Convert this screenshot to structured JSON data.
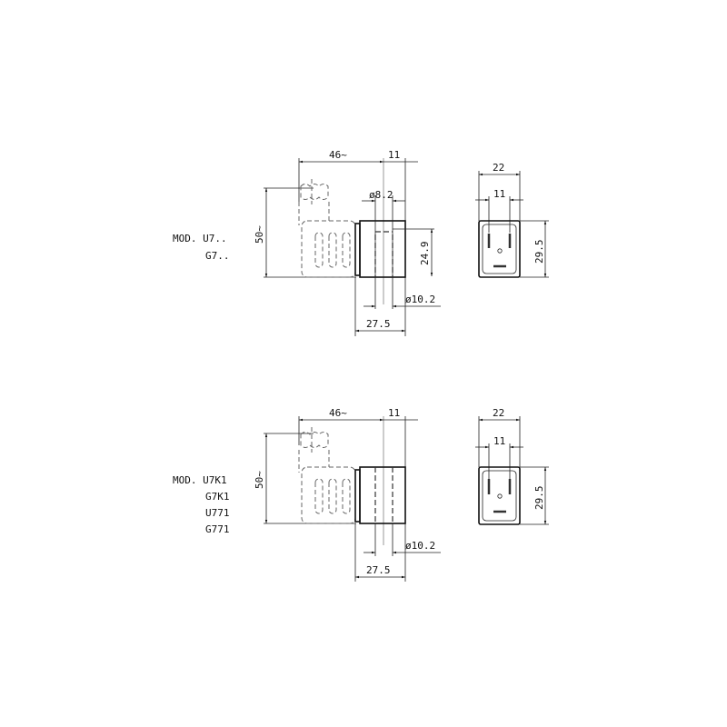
{
  "top": {
    "models": [
      "MOD. U7..",
      "G7.."
    ],
    "dims": {
      "length": "46~",
      "width": "11",
      "height": "50~",
      "bore_inner": "ø8.2",
      "bore_outer": "ø10.2",
      "coil_height": "24.9",
      "coil_width": "27.5",
      "front_width": "22",
      "pin_spacing": "11",
      "front_height": "29.5"
    }
  },
  "bottom": {
    "models": [
      "MOD. U7K1",
      "G7K1",
      "U771",
      "G771"
    ],
    "dims": {
      "length": "46~",
      "width": "11",
      "height": "50~",
      "bore_outer": "ø10.2",
      "coil_width": "27.5",
      "front_width": "22",
      "pin_spacing": "11",
      "front_height": "29.5"
    }
  }
}
